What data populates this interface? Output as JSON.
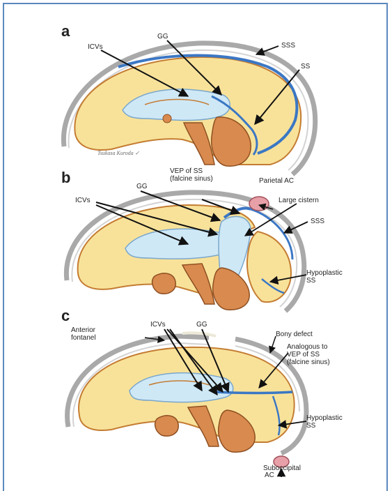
{
  "colors": {
    "frame": "#5b88bd",
    "skull": "#a9a9a9",
    "brain_fill": "#f8e29a",
    "brain_outline": "#c47c32",
    "csf": "#cfe8f6",
    "vein": "#3b77c4",
    "brainstem": "#d98a4e",
    "cyst": "#e7a0a8"
  },
  "panels": [
    {
      "letter": "a",
      "labels": {
        "ivs": "ICVs",
        "gg": "GG",
        "sss": "SSS",
        "ss": "SS"
      },
      "signature": "Tsukasa  Kuroda  ✓"
    },
    {
      "letter": "b",
      "labels": {
        "vep1": "VEP of SS",
        "vep2": "(falcine sinus)",
        "parietal": "Parietal AC",
        "gg": "GG",
        "ivs": "ICVs",
        "cistern": "Large cistern",
        "sss": "SSS",
        "hypo1": "Hypoplastic",
        "hypo2": "SS"
      }
    },
    {
      "letter": "c",
      "labels": {
        "ant1": "Anterior",
        "ant2": "fontanel",
        "ivs": "ICVs",
        "gg": "GG",
        "bony": "Bony defect",
        "ana1": "Analogous to",
        "ana2": "VEP of SS",
        "ana3": "(falcine sinus)",
        "hypo1": "Hypoplastic",
        "hypo2": "SS",
        "sub1": "Suboccipital",
        "sub2": "AC"
      }
    }
  ]
}
